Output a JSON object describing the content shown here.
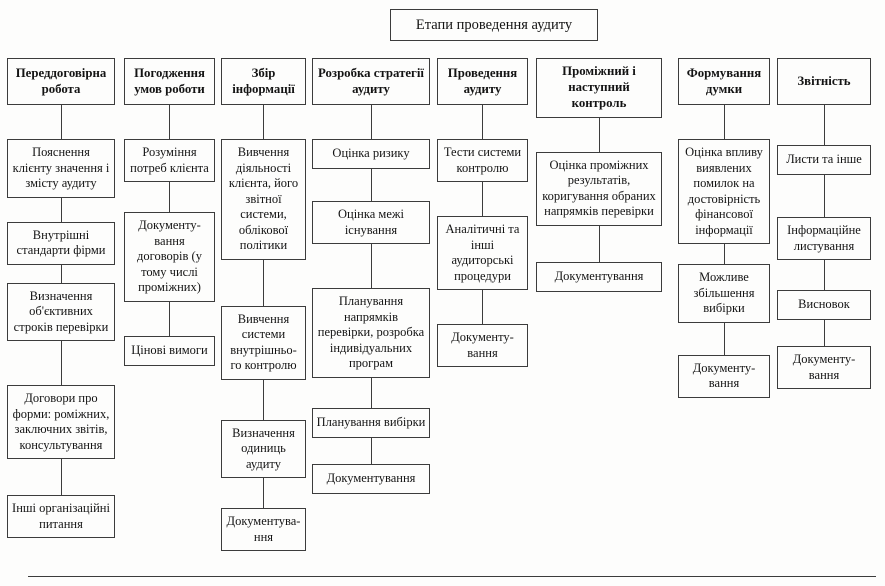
{
  "title": "Етапи проведення аудиту",
  "columns": [
    {
      "header": "Переддоговірна робота",
      "boxes": [
        "Пояснення клієнту значення і змісту аудиту",
        "Внутрішні стандарти фірми",
        "Визначення об'єктивних строків перевірки",
        "Договори про форми: роміжних, заключних звітів, консультування",
        "Інші організаційні питання"
      ]
    },
    {
      "header": "Погодження умов роботи",
      "boxes": [
        "Розуміння потреб клієнта",
        "Документу-вання договорів (у тому числі проміжних)",
        "Цінові вимоги"
      ]
    },
    {
      "header": "Збір інформації",
      "boxes": [
        "Вивчення діяльності клієнта, його звітної системи, облікової політики",
        "Вивчення системи внутрішньо-го контролю",
        "Визначення одиниць аудиту",
        "Документува-ння"
      ]
    },
    {
      "header": "Розробка стратегії аудиту",
      "boxes": [
        "Оцінка ризику",
        "Оцінка межі існування",
        "Планування напрямків перевірки, розробка індивідуальних програм",
        "Планування вибірки",
        "Документування"
      ]
    },
    {
      "header": "Проведення аудиту",
      "boxes": [
        "Тести системи контролю",
        "Аналітичні та інші аудиторські процедури",
        "Документу-вання"
      ]
    },
    {
      "header": "Проміжний і наступний контроль",
      "boxes": [
        "Оцінка проміжних результатів, коригування обраних напрямків перевірки",
        "Документування"
      ]
    },
    {
      "header": "Формування думки",
      "boxes": [
        "Оцінка впливу виявлених помилок на достовірність фінансової інформації",
        "Можливе збільшення вибірки",
        "Документу-вання"
      ]
    },
    {
      "header": "Звітність",
      "boxes": [
        "Листи та інше",
        "Інформаційне листування",
        "Висновок",
        "Документу-вання"
      ]
    }
  ]
}
